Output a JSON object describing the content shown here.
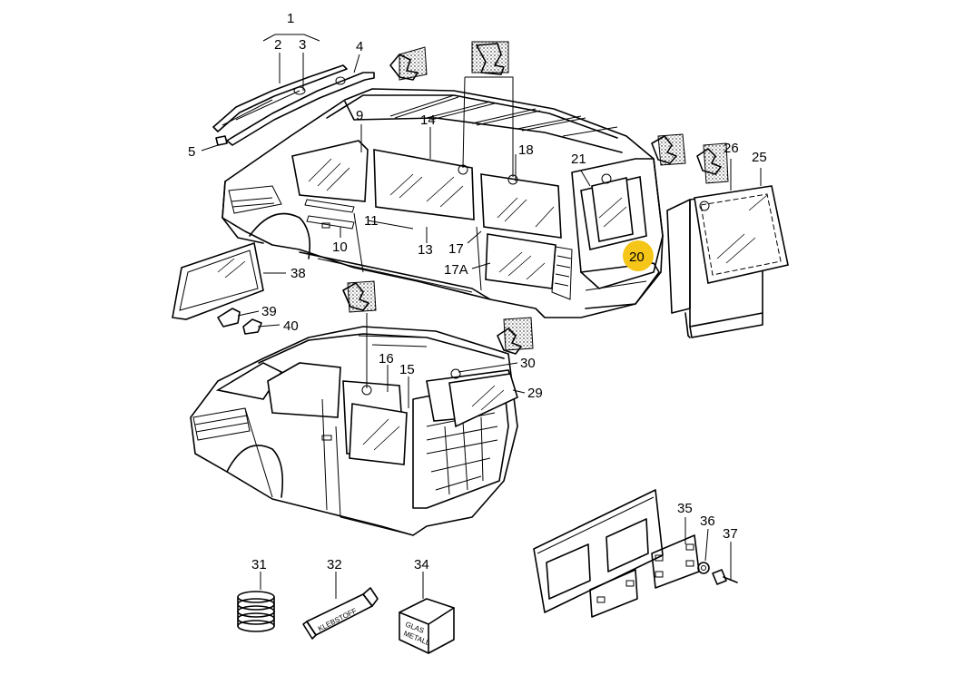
{
  "highlight_color": "#f5c518",
  "highlighted_part": "20",
  "callouts": [
    {
      "id": "c1",
      "label": "1"
    },
    {
      "id": "c2",
      "label": "2"
    },
    {
      "id": "c3",
      "label": "3"
    },
    {
      "id": "c4",
      "label": "4"
    },
    {
      "id": "c5",
      "label": "5"
    },
    {
      "id": "c9",
      "label": "9"
    },
    {
      "id": "c10",
      "label": "10"
    },
    {
      "id": "c11",
      "label": "11"
    },
    {
      "id": "c13",
      "label": "13"
    },
    {
      "id": "c14",
      "label": "14"
    },
    {
      "id": "c15",
      "label": "15"
    },
    {
      "id": "c16",
      "label": "16"
    },
    {
      "id": "c17",
      "label": "17"
    },
    {
      "id": "c17a",
      "label": "17A"
    },
    {
      "id": "c18",
      "label": "18"
    },
    {
      "id": "c20",
      "label": "20"
    },
    {
      "id": "c21",
      "label": "21"
    },
    {
      "id": "c25",
      "label": "25"
    },
    {
      "id": "c26",
      "label": "26"
    },
    {
      "id": "c29",
      "label": "29"
    },
    {
      "id": "c30",
      "label": "30"
    },
    {
      "id": "c31",
      "label": "31"
    },
    {
      "id": "c32",
      "label": "32"
    },
    {
      "id": "c34",
      "label": "34"
    },
    {
      "id": "c35",
      "label": "35"
    },
    {
      "id": "c36",
      "label": "36"
    },
    {
      "id": "c37",
      "label": "37"
    },
    {
      "id": "c38",
      "label": "38"
    },
    {
      "id": "c39",
      "label": "39"
    },
    {
      "id": "c40",
      "label": "40"
    }
  ],
  "package_labels": {
    "adhesive_tube": "KLEBSTOFF",
    "box_line1": "GLAS",
    "box_line2": "METALL"
  }
}
